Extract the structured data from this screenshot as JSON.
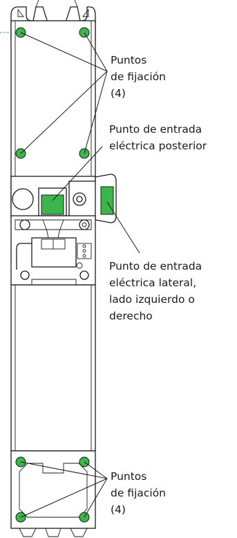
{
  "labels": {
    "mounting_points_top": [
      "Puntos",
      "de fijación",
      "(4)"
    ],
    "rear_entry": [
      "Punto de entrada",
      "eléctrica posterior"
    ],
    "side_entry": [
      "Punto de entrada",
      "eléctrica lateral,",
      "lado izquierdo o",
      "derecho"
    ],
    "mounting_points_bottom": [
      "Puntos",
      "de fijación",
      "(4)"
    ]
  },
  "colors": {
    "highlight_green": "#3cb54a",
    "outline": "#1a1a1a",
    "dashed_guide": "#3cb54a"
  }
}
